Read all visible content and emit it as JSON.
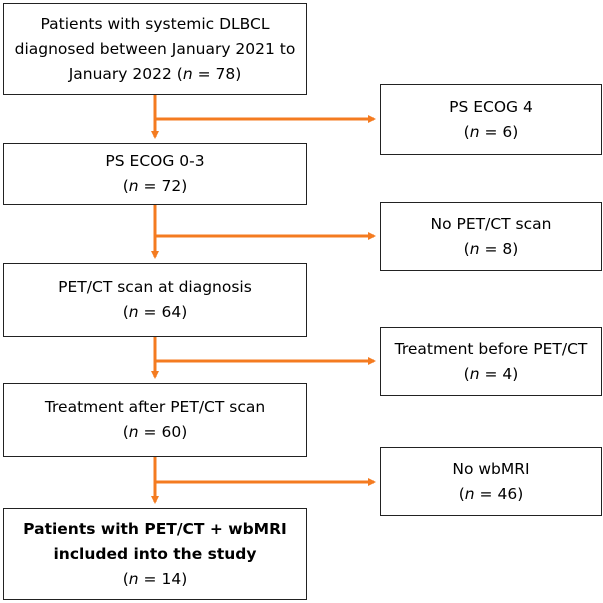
{
  "main_boxes": [
    {
      "lines": [
        "Patients with systemic DLBCL",
        "diagnosed between January 2021 to",
        "January 2022"
      ],
      "n_inline": true,
      "n_prefix": "(",
      "n_symbol": "n",
      "n_rest": " = 78)"
    },
    {
      "lines": [
        "PS ECOG 0-3"
      ],
      "n_prefix": "(",
      "n_symbol": "n",
      "n_rest": " = 72)"
    },
    {
      "lines": [
        "PET/CT scan at diagnosis"
      ],
      "n_prefix": "(",
      "n_symbol": "n",
      "n_rest": " = 64)"
    },
    {
      "lines": [
        "Treatment after PET/CT scan"
      ],
      "n_prefix": "(",
      "n_symbol": "n",
      "n_rest": " = 60)"
    },
    {
      "lines": [
        "Patients with PET/CT + wbMRI",
        "included into the study"
      ],
      "n_prefix": "(",
      "n_symbol": "n",
      "n_rest": " = 14)"
    }
  ],
  "exclusion_boxes": [
    {
      "label": "PS ECOG 4",
      "n_prefix": "(",
      "n_symbol": "n",
      "n_rest": " = 6)"
    },
    {
      "label": "No PET/CT scan",
      "n_prefix": "(",
      "n_symbol": "n",
      "n_rest": " = 8)"
    },
    {
      "label": "Treatment before PET/CT",
      "n_prefix": "(",
      "n_symbol": "n",
      "n_rest": " = 4)"
    },
    {
      "label": "No wbMRI",
      "n_prefix": "(",
      "n_symbol": "n",
      "n_rest": " = 46)"
    }
  ],
  "colors": {
    "arrow": "#f47b20",
    "border": "#222222"
  }
}
